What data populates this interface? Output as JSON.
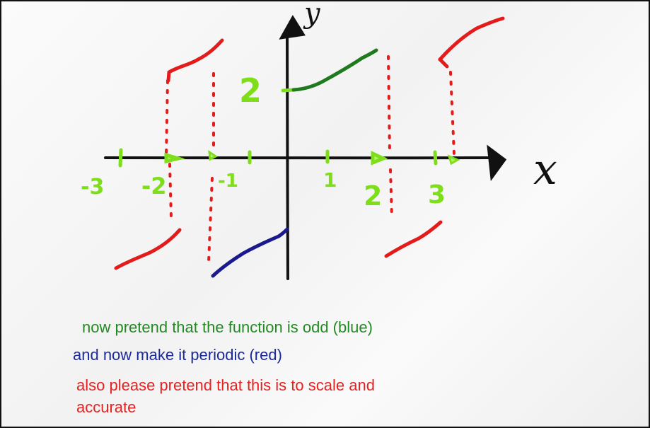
{
  "colors": {
    "axes": "#111111",
    "ticks": "#7ede1a",
    "original": "#1f7a1f",
    "odd": "#1a1a8c",
    "periodic": "#e41b1b",
    "note_green": "#238a23",
    "note_blue": "#1b2a9a",
    "note_red": "#e62121"
  },
  "axes": {
    "x_label": "x",
    "y_label": "y"
  },
  "tick_labels": {
    "x_neg_3": "-3",
    "x_neg_2": "-2",
    "x_neg_1": "-1",
    "x_1": "1",
    "x_2": "2",
    "x_3": "3",
    "y_2": "2"
  },
  "notes": {
    "line1": "now pretend that the function is odd (blue)",
    "line2": "and now make it periodic (red)",
    "line3": "also please pretend that this is to scale and",
    "line4": "accurate"
  }
}
